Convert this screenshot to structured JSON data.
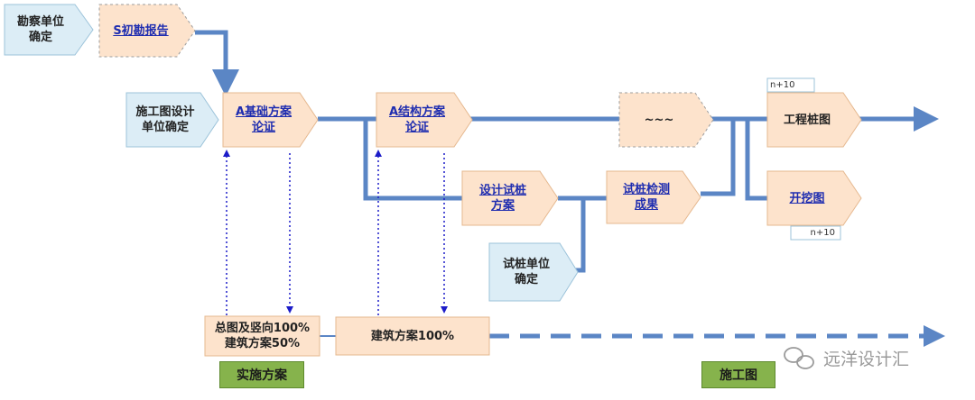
{
  "nodes": {
    "survey_unit": "勘察单位\n确定",
    "initial_report": "S初勘报告",
    "design_unit": "施工图设计\n单位确定",
    "foundation_scheme": "A基础方案\n论证",
    "structure_scheme": "A结构方案\n论证",
    "ellipsis": "~~~",
    "pile_drawing": "工程桩图",
    "test_pile_scheme": "设计试桩\n方案",
    "test_pile_result": "试桩检测\n成果",
    "excavation_drawing": "开挖图",
    "test_pile_unit": "试桩单位\n确定",
    "site_plan": "总图及竖向100%\n建筑方案50%",
    "arch_scheme": "建筑方案100%"
  },
  "tags": {
    "pile_drawing_tag": "n+10",
    "excavation_tag": "n+10"
  },
  "phases": {
    "implementation": "实施方案",
    "construction_drawing": "施工图"
  },
  "watermark": "远洋设计汇",
  "colors": {
    "blue_box": "#dcedf6",
    "orange_box": "#fde3cc",
    "flow_line": "#5b86c5",
    "dotted_arrow": "#1c1cc8",
    "phase_green": "#86b34c"
  }
}
